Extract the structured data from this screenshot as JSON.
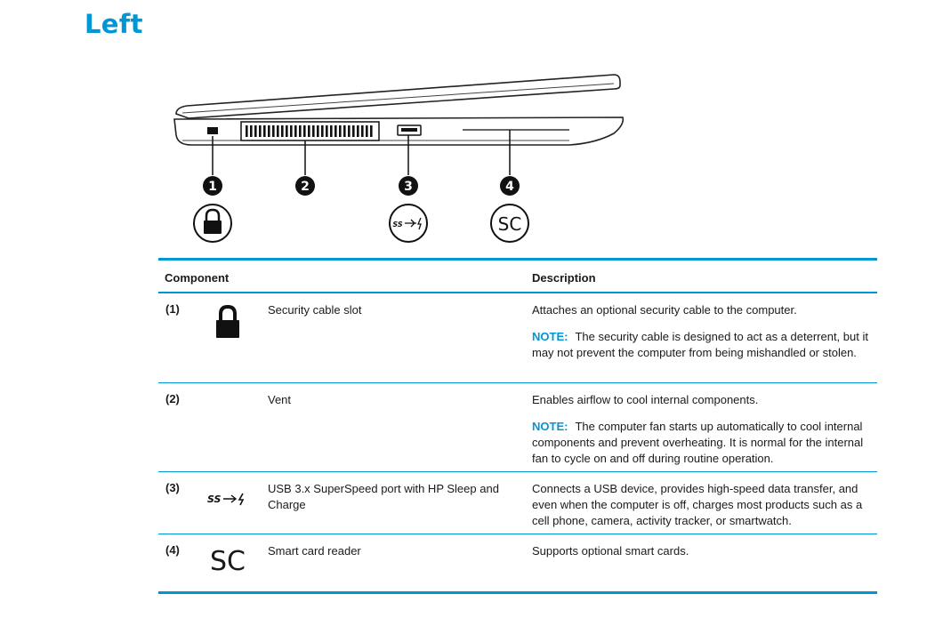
{
  "section_title": "Left",
  "diagram": {
    "callouts": [
      "1",
      "2",
      "3",
      "4"
    ],
    "icons": [
      "lock-icon",
      "usb-superspeed-icon",
      "smart-card-icon"
    ],
    "usb_icon_label": "SS",
    "sc_icon_label": "SC"
  },
  "table": {
    "headers": {
      "component": "Component",
      "description": "Description"
    },
    "note_label": "NOTE:",
    "rows": [
      {
        "number": "(1)",
        "icon": "lock-icon",
        "name": "Security cable slot",
        "description": "Attaches an optional security cable to the computer.",
        "note": "The security cable is designed to act as a deterrent, but it may not prevent the computer from being mishandled or stolen."
      },
      {
        "number": "(2)",
        "icon": "",
        "name": "Vent",
        "description": "Enables airflow to cool internal components.",
        "note": "The computer fan starts up automatically to cool internal components and prevent overheating. It is normal for the internal fan to cycle on and off during routine operation."
      },
      {
        "number": "(3)",
        "icon": "usb-superspeed-icon",
        "icon_text": "SS",
        "name": "USB 3.x SuperSpeed port with HP Sleep and Charge",
        "description": "Connects a USB device, provides high-speed data transfer, and even when the computer is off, charges most products such as a cell phone, camera, activity tracker, or smartwatch."
      },
      {
        "number": "(4)",
        "icon": "smart-card-icon",
        "icon_text": "SC",
        "name": "Smart card reader",
        "description": "Supports optional smart cards."
      }
    ]
  },
  "colors": {
    "accent": "#0096d6",
    "text": "#1a1a1a"
  }
}
